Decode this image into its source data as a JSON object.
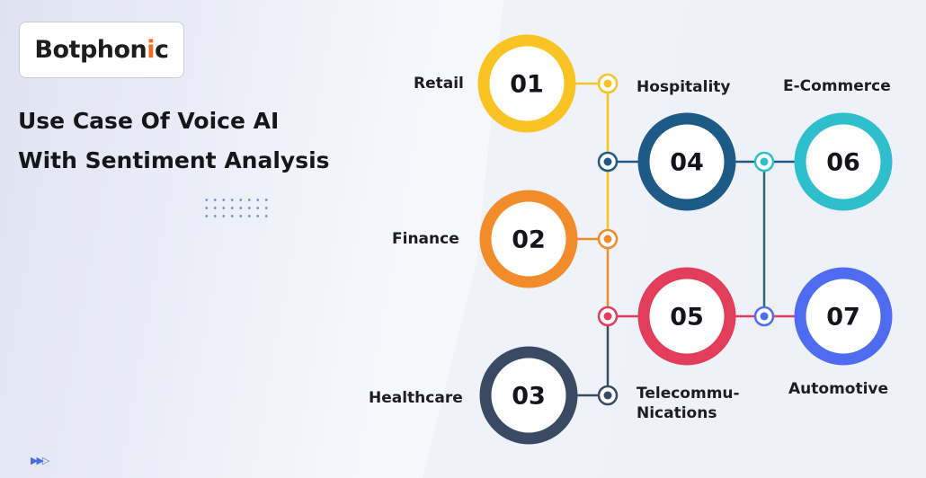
{
  "logo": {
    "part1": "Botphon",
    "accent": "i",
    "part2": "c"
  },
  "title": {
    "line1": "Use Case Of Voice AI",
    "line2": "With Sentiment Analysis"
  },
  "items": [
    {
      "number": "01",
      "label": "Retail",
      "color": "#f9c423"
    },
    {
      "number": "02",
      "label": "Finance",
      "color": "#f28c2a"
    },
    {
      "number": "03",
      "label": "Healthcare",
      "color": "#3b4a63"
    },
    {
      "number": "04",
      "label": "Hospitality",
      "color": "#1d5a86"
    },
    {
      "number": "05",
      "label_line1": "Telecommu-",
      "label_line2": "Nications",
      "color": "#e23d5b"
    },
    {
      "number": "06",
      "label": "E-Commerce",
      "color": "#2fbfcc"
    },
    {
      "number": "07",
      "label": "Automotive",
      "color": "#4f6cf0"
    }
  ]
}
